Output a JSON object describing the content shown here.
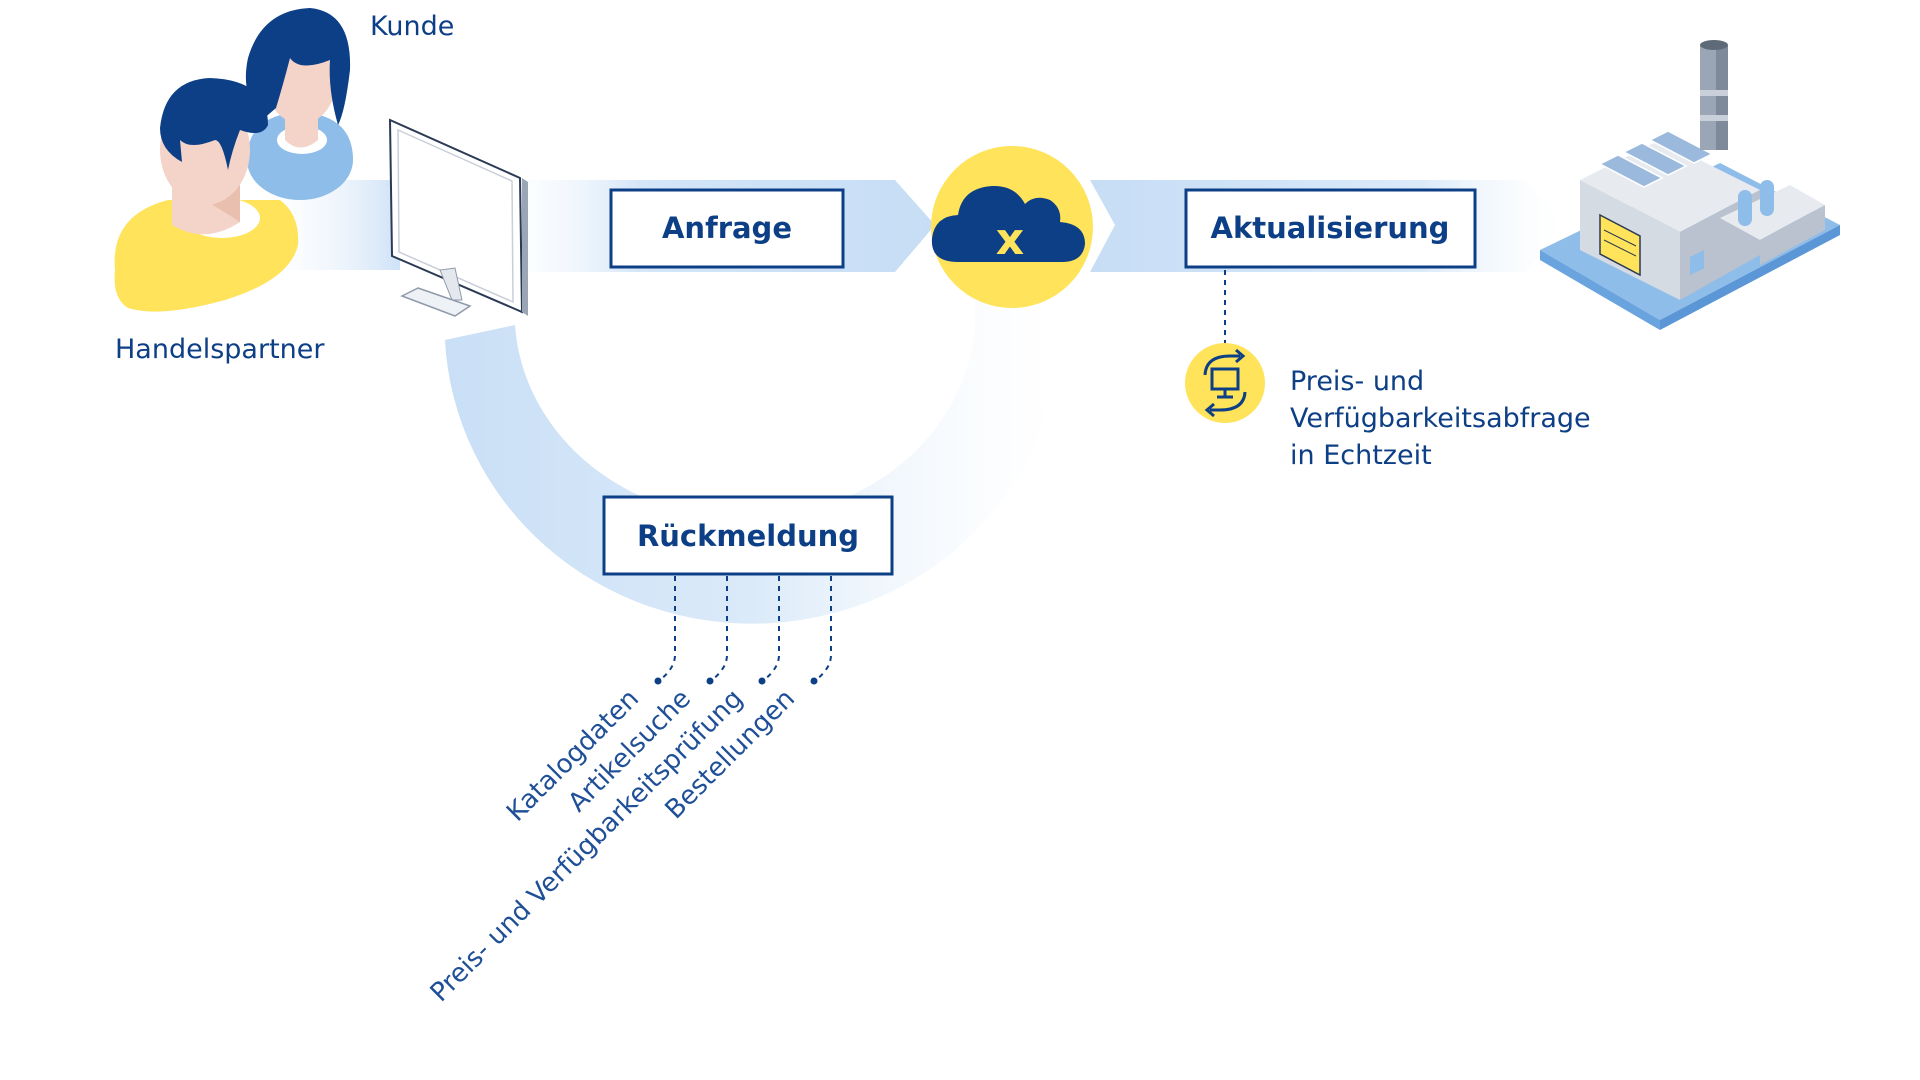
{
  "actors": {
    "customer": "Kunde",
    "partner": "Handelspartner"
  },
  "steps": {
    "request": "Anfrage",
    "update": "Aktualisierung",
    "response": "Rückmeldung"
  },
  "realtime": {
    "line1": "Preis- und",
    "line2": "Verfügbarkeitsabfrage",
    "line3": "in Echtzeit"
  },
  "outputs": [
    "Katalogdaten",
    "Artikelsuche",
    "Preis- und Verfügbarkeitsprüfung",
    "Bestellungen"
  ],
  "hub": {
    "letter": "x"
  },
  "colors": {
    "navy": "#0d3f86",
    "yellow": "#ffe35a",
    "light_blue": "#c9dff6",
    "mid_blue": "#8ab8e8"
  },
  "icons": {
    "hub": "cloud-x-icon",
    "sync": "sync-monitor-icon",
    "factory": "factory-icon",
    "monitor": "monitor-icon",
    "people": "people-icon"
  }
}
